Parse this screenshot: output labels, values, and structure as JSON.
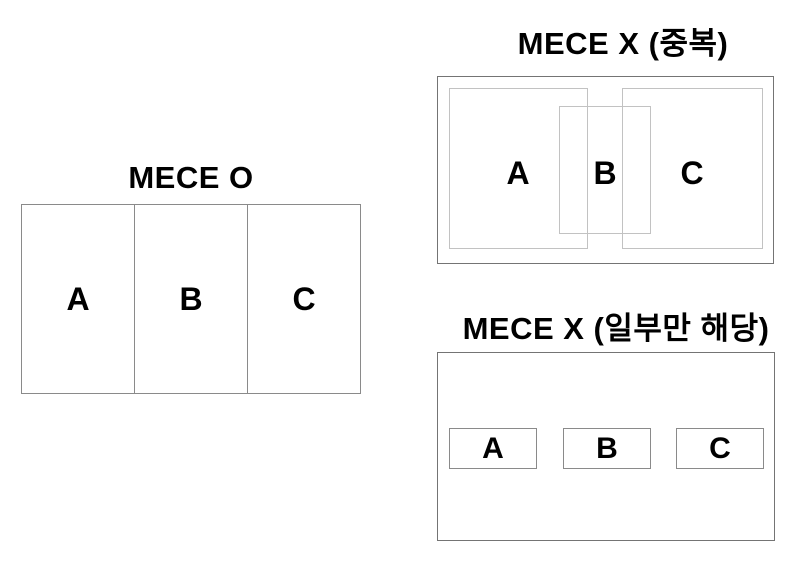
{
  "colors": {
    "outer_border": "#747474",
    "mid_border": "#8a8a8a",
    "light_border": "#c2c2c2",
    "text": "#000000",
    "background": "#ffffff"
  },
  "diagrams": {
    "mece_o": {
      "title": "MECE O",
      "cells": [
        {
          "label": "A"
        },
        {
          "label": "B"
        },
        {
          "label": "C"
        }
      ]
    },
    "mece_x_overlap": {
      "title": "MECE X (중복)",
      "boxes": [
        {
          "label": "A"
        },
        {
          "label": "B"
        },
        {
          "label": "C"
        }
      ]
    },
    "mece_x_partial": {
      "title": "MECE X (일부만 해당)",
      "boxes": [
        {
          "label": "A"
        },
        {
          "label": "B"
        },
        {
          "label": "C"
        }
      ]
    }
  }
}
